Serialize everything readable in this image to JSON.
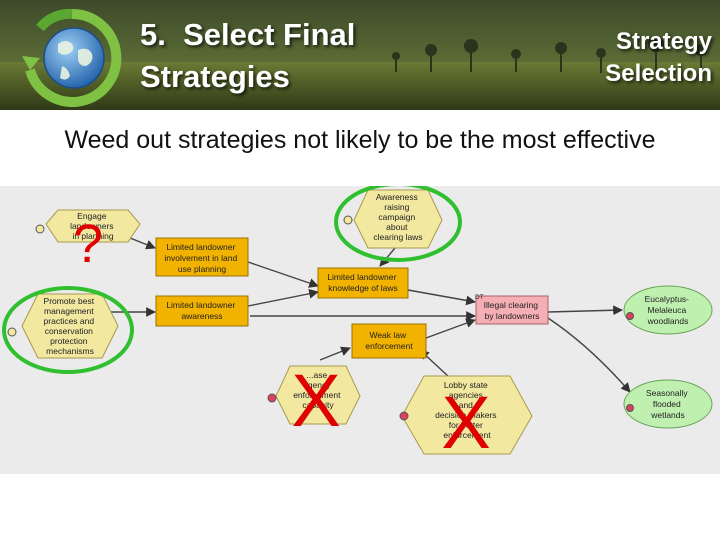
{
  "header": {
    "title_line1": "5.  Select Final",
    "title_line2": "Strategies",
    "section_line1": "Strategy",
    "section_line2": "Selection",
    "logo_icon": "globe-recycle-icon"
  },
  "subtitle": "Weed out strategies not likely to be the most effective",
  "colors": {
    "strategy_fill": "#f2e8a0",
    "factor_fill": "#f2b200",
    "threat_fill": "#f4aeb4",
    "target_fill": "#bff0b0",
    "highlight_circle": "#2fbf2f",
    "reject_mark": "#e00000"
  },
  "diagram": {
    "strategies": {
      "engage": [
        "Engage",
        "landowners",
        "in planning"
      ],
      "awareness": [
        "Awareness",
        "raising",
        "campaign",
        "about",
        "clearing laws"
      ],
      "promote": [
        "Promote best",
        "management",
        "practices and",
        "conservation",
        "protection",
        "mechanisms"
      ],
      "agency": [
        "...ase",
        "agency",
        "enforcement",
        "capacity"
      ],
      "lobby": [
        "Lobby state",
        "agencies",
        "and",
        "decision makers",
        "for better",
        "enforcement"
      ]
    },
    "factors": {
      "limited_involvement": [
        "Limited landowner",
        "involvement in land",
        "use planning"
      ],
      "limited_awareness": [
        "Limited landowner",
        "awareness"
      ],
      "limited_knowledge": [
        "Limited landowner",
        "knowledge of laws"
      ],
      "weak_law": [
        "Weak law",
        "enforcement"
      ]
    },
    "threat": {
      "label": [
        "Illegal clearing",
        "by landowners"
      ],
      "code": "DT"
    },
    "targets": {
      "eucalyptus": [
        "Eucalyptus-",
        "Melaleuca",
        "woodlands"
      ],
      "wetlands": [
        "Seasonally",
        "flooded",
        "wetlands"
      ]
    },
    "marks": {
      "question": "?",
      "reject_agency": "X",
      "reject_lobby": "X"
    }
  }
}
